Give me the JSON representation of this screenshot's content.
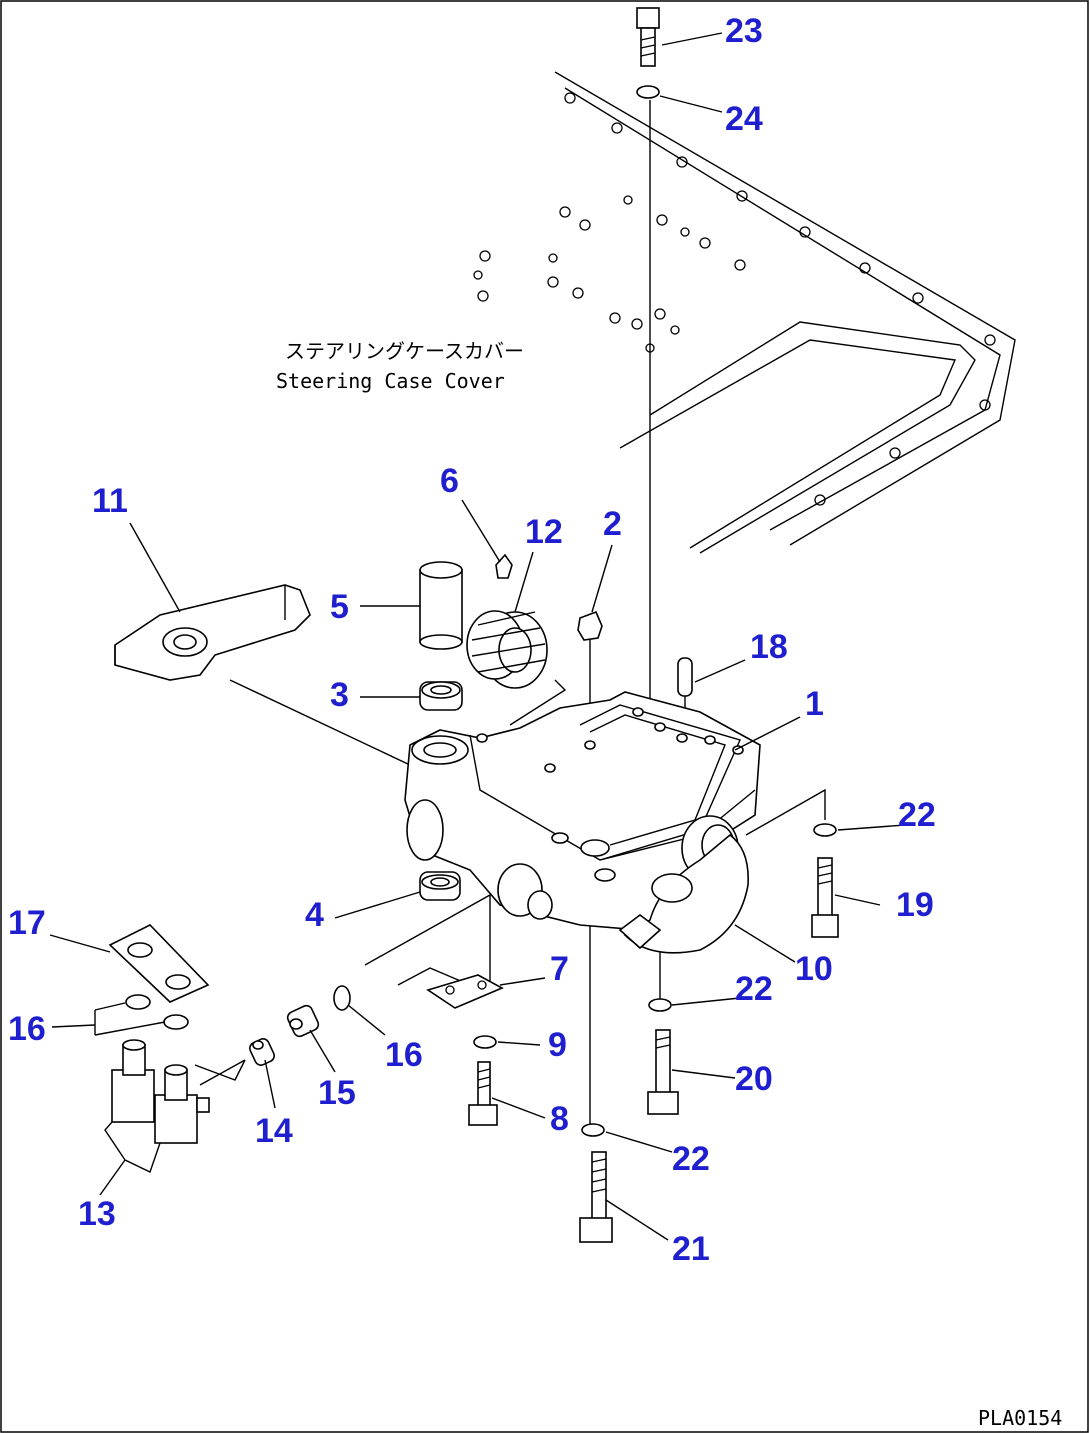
{
  "steering_case_cover": {
    "label_jp": "ステアリングケースカバー",
    "label_en": "Steering Case Cover"
  },
  "drawing_code": "PLA0154",
  "callouts": [
    {
      "id": "c1",
      "text": "1"
    },
    {
      "id": "c2",
      "text": "2"
    },
    {
      "id": "c3",
      "text": "3"
    },
    {
      "id": "c4",
      "text": "4"
    },
    {
      "id": "c5",
      "text": "5"
    },
    {
      "id": "c6",
      "text": "6"
    },
    {
      "id": "c7",
      "text": "7"
    },
    {
      "id": "c8",
      "text": "8"
    },
    {
      "id": "c9",
      "text": "9"
    },
    {
      "id": "c10",
      "text": "10"
    },
    {
      "id": "c11",
      "text": "11"
    },
    {
      "id": "c12",
      "text": "12"
    },
    {
      "id": "c13",
      "text": "13"
    },
    {
      "id": "c14",
      "text": "14"
    },
    {
      "id": "c15",
      "text": "15"
    },
    {
      "id": "c16a",
      "text": "16"
    },
    {
      "id": "c16b",
      "text": "16"
    },
    {
      "id": "c17",
      "text": "17"
    },
    {
      "id": "c18",
      "text": "18"
    },
    {
      "id": "c19",
      "text": "19"
    },
    {
      "id": "c20",
      "text": "20"
    },
    {
      "id": "c21",
      "text": "21"
    },
    {
      "id": "c22a",
      "text": "22"
    },
    {
      "id": "c22b",
      "text": "22"
    },
    {
      "id": "c22c",
      "text": "22"
    },
    {
      "id": "c23",
      "text": "23"
    },
    {
      "id": "c24",
      "text": "24"
    }
  ]
}
